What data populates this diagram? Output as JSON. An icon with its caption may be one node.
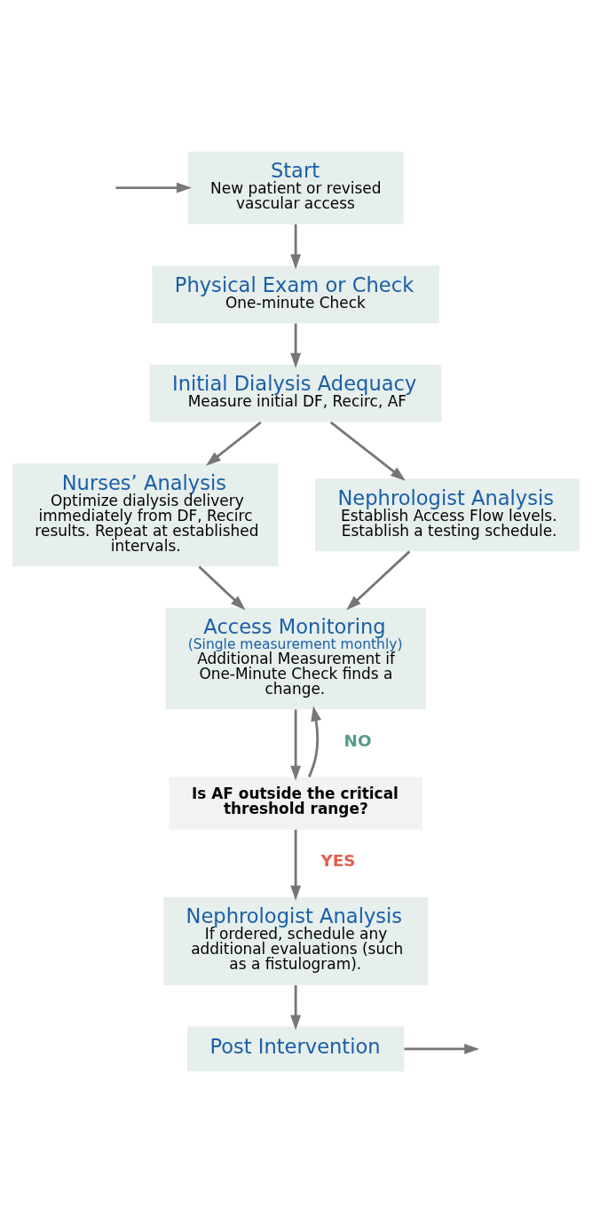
{
  "diagram": {
    "nodes": [
      {
        "text": [
          "Start",
          "New patient or revised vascular access"
        ]
      },
      {
        "text": [
          "Physical Exam or Check",
          "One-minute Check"
        ]
      },
      {
        "text": [
          "Initial Dialysis Adequacy",
          "Measure initial DF, Recirc, AF"
        ]
      },
      {
        "text": [
          "Nurses’ Analysis",
          "Optimize dialysis delivery immediately from DF, Recirc results. Repeat at established intervals."
        ]
      },
      {
        "text": [
          "Nephrologist Analysis",
          "Establish Access Flow levels.",
          "Establish a testing schedule."
        ]
      },
      {
        "text": [
          "Access Monitoring",
          "(Single measurement monthly)",
          "Additional Measurement if One-Minute Check finds a change."
        ]
      },
      {
        "text": [
          "Is AF outside the critical threshold range?"
        ]
      },
      {
        "text": [
          "Nephrologist Analysis",
          "If ordered, schedule any additional evaluations (such as a fistulogram)."
        ]
      },
      {
        "text": [
          "Post Intervention"
        ]
      }
    ],
    "edges": [
      {
        "from": null,
        "to": 0,
        "arrow": "to"
      },
      {
        "from": 0,
        "to": 1,
        "arrow": "to"
      },
      {
        "from": 1,
        "to": 2,
        "arrow": "to"
      },
      {
        "from": 2,
        "to": 3,
        "arrow": "to"
      },
      {
        "from": 2,
        "to": 4,
        "arrow": "to"
      },
      {
        "from": 3,
        "to": 5,
        "arrow": "to"
      },
      {
        "from": 4,
        "to": 5,
        "arrow": "to"
      },
      {
        "from": 5,
        "to": 6,
        "arrow": "to"
      },
      {
        "from": 6,
        "to": 5,
        "arrow": "to",
        "label": "NO"
      },
      {
        "from": 6,
        "to": 7,
        "arrow": "to",
        "label": "YES"
      },
      {
        "from": 7,
        "to": 8,
        "arrow": "to"
      },
      {
        "from": 8,
        "to": null,
        "arrow": "to"
      }
    ]
  }
}
